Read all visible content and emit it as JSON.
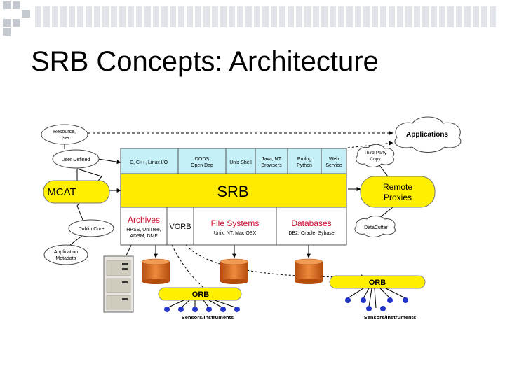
{
  "slide": {
    "title": "SRB Concepts: Architecture"
  },
  "diagram": {
    "left_nodes": {
      "resource_user": [
        "Resource,",
        "User"
      ],
      "user_defined": "User Defined",
      "mcat": "MCAT",
      "dublin_core": "Dublin Core",
      "application_metadata": [
        "Application",
        "Metadata"
      ]
    },
    "clients": {
      "c_linux_io": "C, C++, Linux I/O",
      "dods": [
        "DODS",
        "Open Dap"
      ],
      "unix_shell": "Unix Shell",
      "java_nt": [
        "Java, NT",
        "Browsers"
      ],
      "prolog": [
        "Prolog",
        "Python"
      ],
      "web_service": [
        "Web",
        "Service"
      ]
    },
    "srb": "SRB",
    "storage": {
      "archives": "Archives",
      "archives_sub": [
        "HPSS, UniTree,",
        "ADSM, DMF"
      ],
      "vorb": "VORB",
      "file_systems": "File Systems",
      "file_systems_sub": "Unix, NT, Mac OSX",
      "databases": "Databases",
      "databases_sub": "DB2, Oracle, Sybase"
    },
    "right_nodes": {
      "applications": "Applications",
      "third_party_copy": [
        "Third-Party",
        "Copy"
      ],
      "remote_proxies": [
        "Remote",
        "Proxies"
      ],
      "datacutter": "DataCutter"
    },
    "orb_left": "ORB",
    "orb_right": "ORB",
    "sensors_left": "Sensors/Instruments",
    "sensors_right": "Sensors/Instruments"
  },
  "colors": {
    "deco_square": "#c4c8cf",
    "client_panel": "#c5f0f8",
    "srb_bar": "#ffeb00",
    "mcat_node": "#ffef00",
    "red_text": "#c8102e",
    "cylinder": "#d9651c"
  }
}
